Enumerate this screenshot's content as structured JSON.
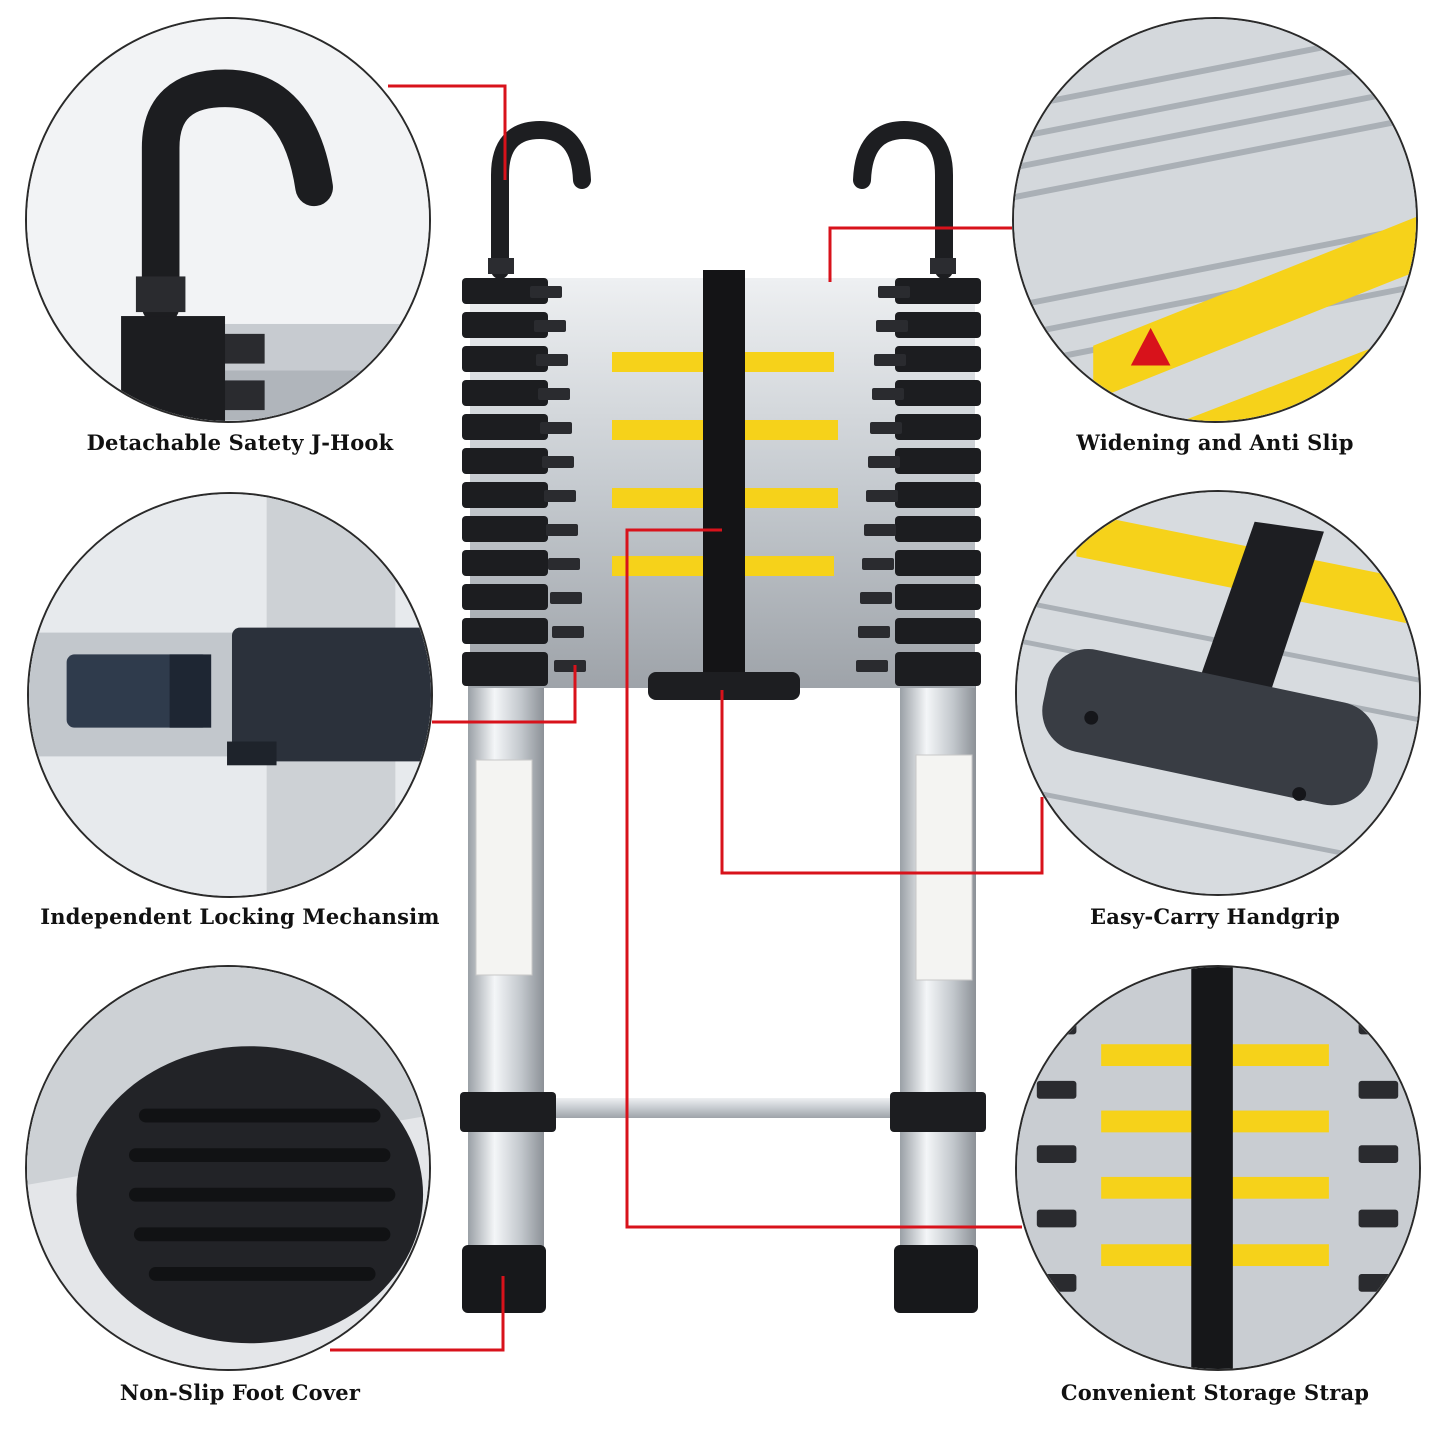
{
  "features": {
    "j_hook": "Detachable Satety J-Hook",
    "widening": "Widening and Anti Slip",
    "locking": "Independent Locking Mechansim",
    "handgrip": "Easy-Carry Handgrip",
    "foot": "Non-Slip Foot Cover",
    "strap": "Convenient Storage Strap"
  },
  "colors": {
    "leader": "#d8121b",
    "aluminum": "#c9cdd2",
    "rubber": "#1c1d20",
    "warning": "#f6d21a"
  }
}
